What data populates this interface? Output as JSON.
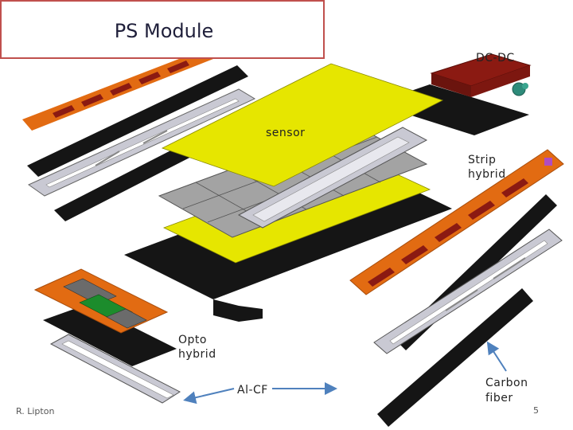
{
  "title": "PS Module",
  "labels": {
    "dcdc": "DC-DC",
    "sensor": "sensor",
    "strip_hybrid_1": "Strip",
    "strip_hybrid_2": "hybrid",
    "opto_hybrid_1": "Opto",
    "opto_hybrid_2": "hybrid",
    "al_cf": "Al-CF",
    "carbon_fiber_1": "Carbon",
    "carbon_fiber_2": "fiber"
  },
  "footer": {
    "author": "R. Lipton",
    "page_number": "5"
  },
  "colors": {
    "title_border": "#c0504d",
    "sensor": "#e6e600",
    "macro_pixel": "#a3a3a3",
    "hybrid": "#e26b12",
    "dcdc": "#8b1a12",
    "frame": "#c9c9d3",
    "carbon_fiber": "#111111",
    "arrow": "#4f81bd",
    "chip_green": "#1c8c2c"
  }
}
